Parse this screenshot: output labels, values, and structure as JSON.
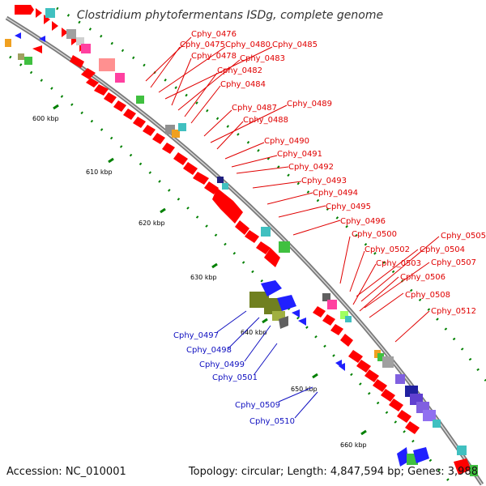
{
  "title": "Clostridium phytofermentans ISDg, complete genome",
  "accession_text": "Accession: NC_010001",
  "summary_text": "Topology: circular; Length: 4,847,594 bp; Genes: 3,988",
  "colors": {
    "forward_label": "#e00000",
    "reverse_label": "#1010c0",
    "backbone": "#808080",
    "cds_red": "#ff0000",
    "tick_green": "#008000"
  },
  "scale_ticks": [
    "600 kbp",
    "610 kbp",
    "620 kbp",
    "630 kbp",
    "640 kbp",
    "650 kbp",
    "660 kbp"
  ],
  "forward_genes": [
    "Cphy_0476",
    "Cphy_0475",
    "Cphy_0480",
    "Cphy_0485",
    "Cphy_0478",
    "Cphy_0483",
    "Cphy_0482",
    "Cphy_0484",
    "Cphy_0487",
    "Cphy_0489",
    "Cphy_0488",
    "Cphy_0490",
    "Cphy_0491",
    "Cphy_0492",
    "Cphy_0493",
    "Cphy_0494",
    "Cphy_0495",
    "Cphy_0496",
    "Cphy_0500",
    "Cphy_0505",
    "Cphy_0502",
    "Cphy_0504",
    "Cphy_0503",
    "Cphy_0507",
    "Cphy_0506",
    "Cphy_0508",
    "Cphy_0512"
  ],
  "reverse_genes": [
    "Cphy_0497",
    "Cphy_0498",
    "Cphy_0499",
    "Cphy_0501",
    "Cphy_0509",
    "Cphy_0510"
  ]
}
